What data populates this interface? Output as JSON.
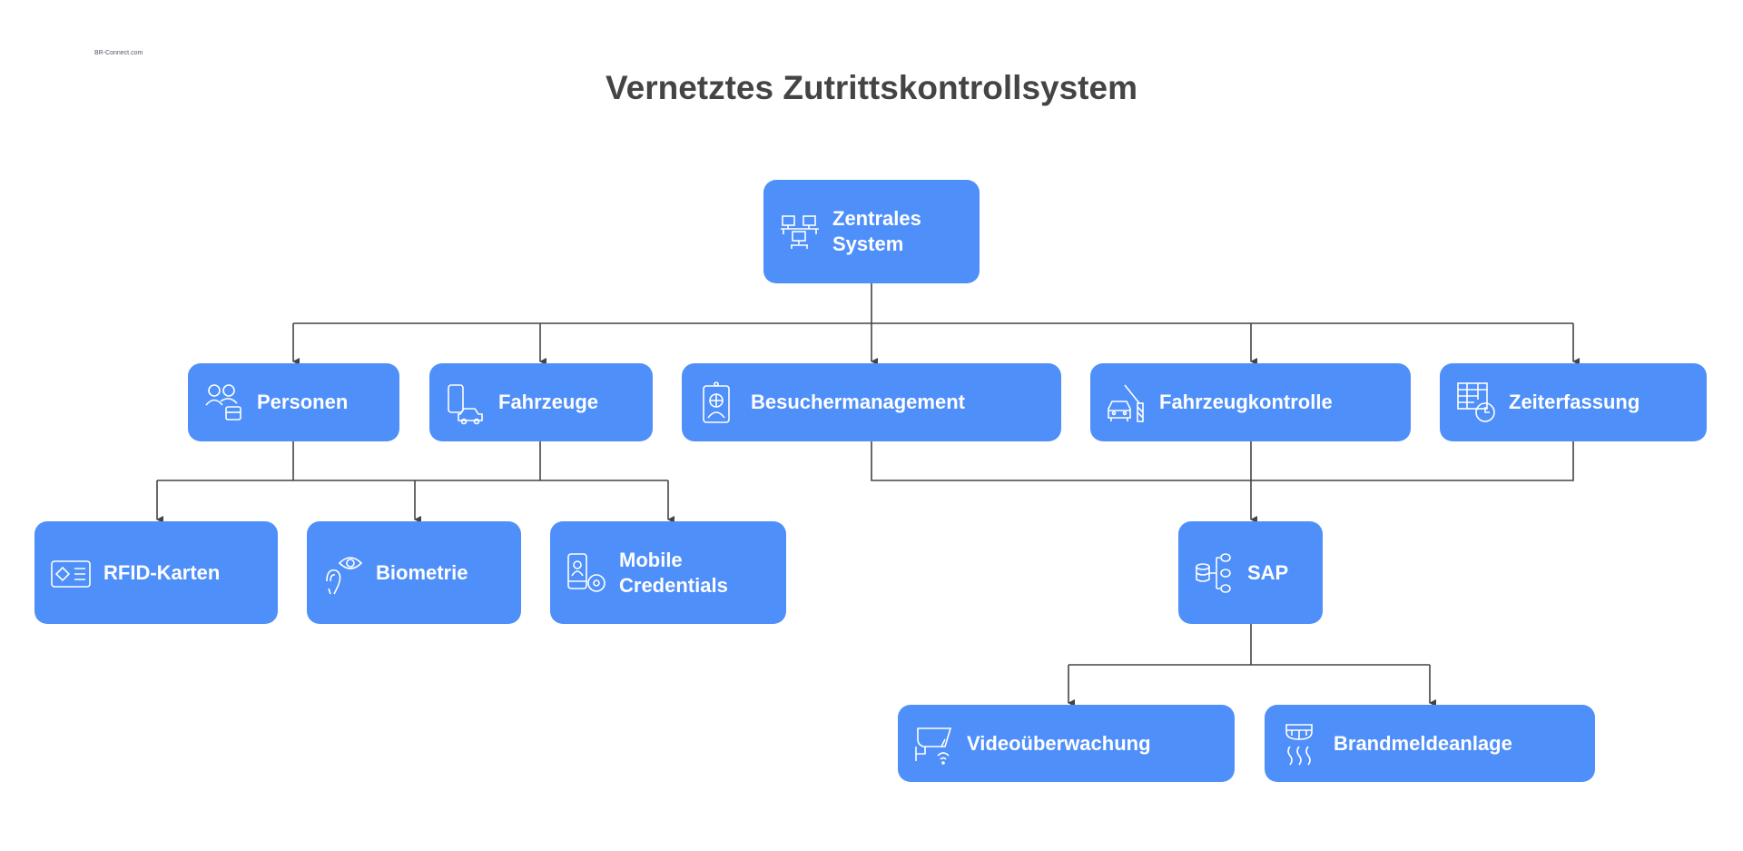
{
  "title": "Vernetztes Zutrittskontrollsystem",
  "logo": {
    "text": "BR-Connect.com"
  },
  "box_color": "#4f8ffa",
  "nodes": {
    "zentral": {
      "label": "Zentrales\nSystem",
      "icon": "computer-network-icon"
    },
    "personen": {
      "label": "Personen",
      "icon": "people-card-icon"
    },
    "fahrzeuge": {
      "label": "Fahrzeuge",
      "icon": "phone-car-icon"
    },
    "besucher": {
      "label": "Besuchermanagement",
      "icon": "visitor-badge-icon"
    },
    "fahrzeugkontrolle": {
      "label": "Fahrzeugkontrolle",
      "icon": "car-barrier-icon"
    },
    "zeiterfassung": {
      "label": "Zeiterfassung",
      "icon": "table-clock-icon"
    },
    "rfid": {
      "label": "RFID-Karten",
      "icon": "rfid-card-icon"
    },
    "biometrie": {
      "label": "Biometrie",
      "icon": "eye-fingerprint-icon"
    },
    "mobile": {
      "label": "Mobile\nCredentials",
      "icon": "mobile-credential-icon"
    },
    "sap": {
      "label": "SAP",
      "icon": "database-icon"
    },
    "video": {
      "label": "Videoüberwachung",
      "icon": "camera-wifi-icon"
    },
    "brand": {
      "label": "Brandmeldeanlage",
      "icon": "smoke-detector-icon"
    }
  }
}
